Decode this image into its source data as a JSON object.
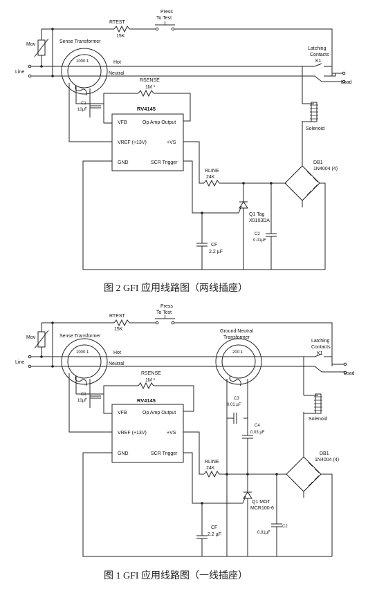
{
  "fig2": {
    "rtest": "RTEST",
    "rtest_val": "15K",
    "press": "Press",
    "to_test": "To Test",
    "mov": "Mov",
    "sense_transformer": "Sense Transformer",
    "ratio": "1000:1",
    "hot": "Hot",
    "line": "Line",
    "neutral": "Neutral",
    "latching": "Latching",
    "contacts": "Contacts",
    "k1": "K1",
    "load": "Load",
    "rsense": "RSENSE",
    "rsense_val": "1M *",
    "c1": "C1",
    "c1_val": "10µF",
    "ic_name": "RV4145",
    "vfb": "VFB",
    "op_amp": "Op Amp Output",
    "vref": "VREF (+13V)",
    "vs": "+VS",
    "gnd": "GND",
    "scr_trigger": "SCR Trigger",
    "solenoid": "Solenoid",
    "db1": "DB1",
    "db1_val": "1N4004 (4)",
    "rline": "RLINE",
    "rline_val": "24K",
    "q1": "Q1 Tag",
    "q1_val": "X0103DA",
    "cf": "CF",
    "cf_val": "2.2 µF",
    "c2": "C2",
    "c2_val": "0.01µF",
    "caption": "图 2 GFI 应用线路图（两线插座）"
  },
  "fig1": {
    "rtest": "RTEST",
    "rtest_val": "15K",
    "press": "Press",
    "to_test": "To Test",
    "mov": "Mov",
    "sense_transformer": "Sense Transformer",
    "ratio": "1000:1",
    "ground_neutral": "Ground Neutral",
    "transformer": "Transformer",
    "ratio2": "200:1",
    "hot": "Hot",
    "line": "Line",
    "neutral": "Neutral",
    "latching": "Latching",
    "contacts": "Contacts",
    "k1": "K1",
    "load": "Load",
    "rsense": "RSENSE",
    "rsense_val": "1M *",
    "c1": "C1",
    "c1_val": "10µF",
    "c3": "C3",
    "c3_val": "0.01 µF",
    "c4": "C4",
    "c4_val": "0.03 µF",
    "ic_name": "RV4145",
    "vfb": "VFB",
    "op_amp": "Op Amp Output",
    "vref": "VREF (+13V)",
    "vs": "+VS",
    "gnd": "GND",
    "scr_trigger": "SCR Trigger",
    "solenoid": "Solenoid",
    "db1": "DB1",
    "db1_val": "1N4004 (4)",
    "rline": "RLINE",
    "rline_val": "24K",
    "q1": "Q1 MOT",
    "q1_val": "MCR100-6",
    "cf": "CF",
    "cf_val": "2.2 µF",
    "c2": "C2",
    "c2_val": "0.01µF",
    "caption": "图 1 GFI 应用线路图（一线插座）"
  }
}
